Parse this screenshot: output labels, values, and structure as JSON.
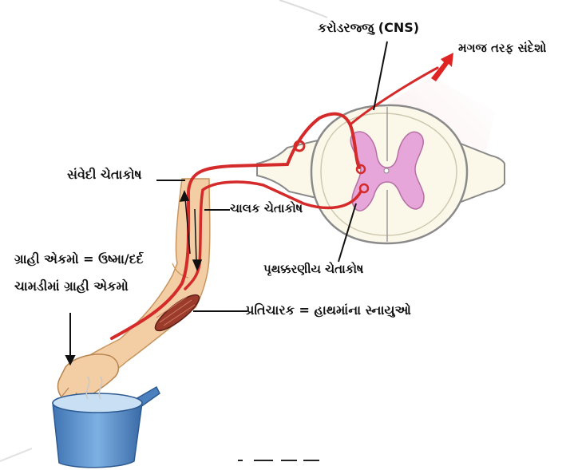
{
  "labels": {
    "cns": "કરોડરજ્જુ (CNS)",
    "brain_message": "મગજ તરફ સંદેશો",
    "sensory_neuron": "સંવેદી ચેતાકોષ",
    "motor_neuron": "ચાલક ચેતાકોષ",
    "receptor_heat_pain": "ગ્રાહી એકમો = ઉષ્મા/દર્દ",
    "receptor_in_skin": "ચામડીમાં ગ્રાહી એકમો",
    "interneuron": "પૃથક્કરણીય ચેતાકોષ",
    "effector": "પ્રતિચારક = હાથમાંના સ્નાયુઓ"
  },
  "colors": {
    "nerve": "#d42a2a",
    "grey_matter": "#e7a6d9",
    "cord_outline": "#8a8a8a",
    "cord_fill": "#fbf8ea",
    "skin": "#f3cda3",
    "pot": "#5a90c9",
    "arrow": "#e02424"
  }
}
